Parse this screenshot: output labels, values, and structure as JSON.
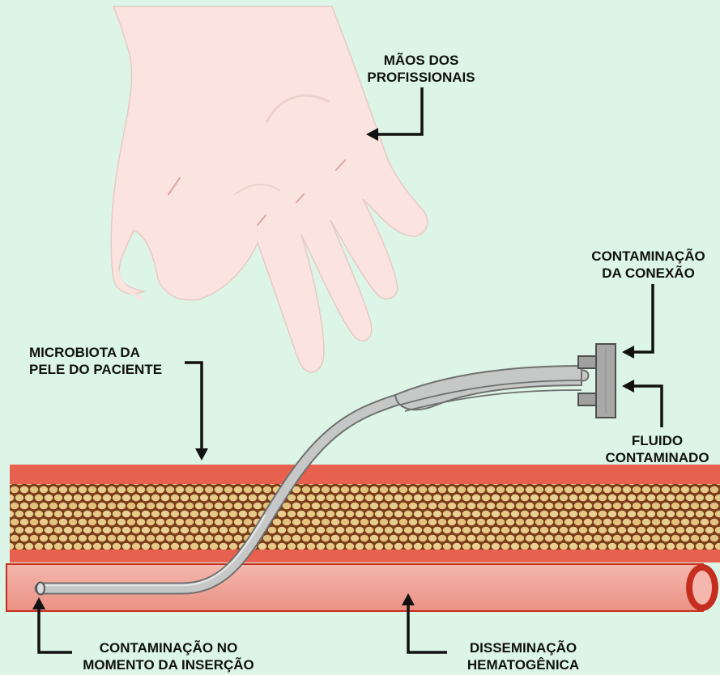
{
  "diagram": {
    "labels": {
      "hands": {
        "line1": "MÃOS DOS",
        "line2": "PROFISSIONAIS"
      },
      "connection": {
        "line1": "CONTAMINAÇÃO",
        "line2": "DA CONEXÃO"
      },
      "skin_flora": {
        "line1": "MICROBIOTA DA",
        "line2": "PELE DO PACIENTE"
      },
      "fluid": {
        "line1": "FLUIDO",
        "line2": "CONTAMINADO"
      },
      "insertion": {
        "line1": "CONTAMINAÇÃO NO",
        "line2": "MOMENTO DA INSERÇÃO"
      },
      "hematogenous": {
        "line1": "DISSEMINAÇÃO",
        "line2": "HEMATOGÊNICA"
      }
    }
  },
  "colors": {
    "background": "#dcf5e6",
    "skin_hand": "#fbe3df",
    "skin_layer": "#e8604e",
    "fat_tissue": "#e3c383",
    "vessel": "#f0a79c",
    "vessel_border": "#c52e1e",
    "catheter": "#c3c5c4"
  }
}
